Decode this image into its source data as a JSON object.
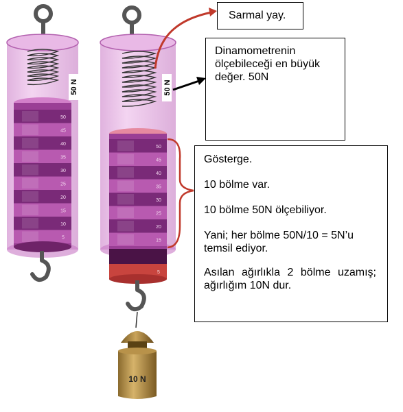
{
  "spring_left": {
    "capacity_label": "50 N",
    "scale_labels": [
      "50",
      "45",
      "40",
      "35",
      "30",
      "25",
      "20",
      "15",
      "10",
      "5"
    ]
  },
  "spring_right": {
    "capacity_label": "50 N",
    "scale_labels": [
      "50",
      "45",
      "40",
      "35",
      "30",
      "25",
      "20",
      "15"
    ],
    "extended_label": "5"
  },
  "weight": {
    "label": "10 N"
  },
  "callouts": {
    "coil": "Sarmal yay.",
    "max_value": "Dinamometrenin ölçebileceği en büyük değer. 50N",
    "gauge": {
      "title": "Gösterge.",
      "line1": "10 bölme var.",
      "line2": "10 bölme 50N ölçebiliyor.",
      "line3": "Yani; her bölme 50N/10 = 5N’u temsil ediyor.",
      "line4": "Asılan ağırlıkla 2 bölme uzamış; ağırlığım 10N dur."
    }
  },
  "colors": {
    "tube": "#d98ad8",
    "band_dark": "#7a2a78",
    "band_light": "#b85ab0",
    "arrow_red": "#c0392b",
    "weight_gold": "#c49a4e"
  }
}
